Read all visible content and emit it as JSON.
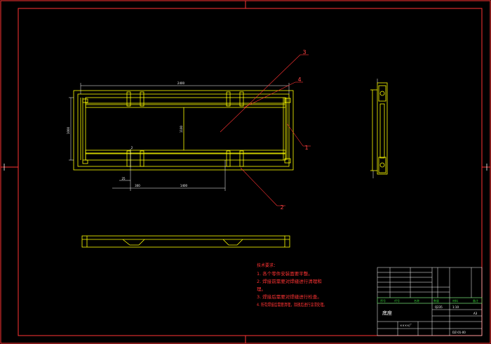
{
  "drawing": {
    "background_color": "#000000",
    "frame_color": "#ff3333",
    "part_color": "#ffff00",
    "dimension_color": "#ffffff",
    "leader_color": "#ff3333"
  },
  "balloons": [
    {
      "id": "b1",
      "label": "1"
    },
    {
      "id": "b2",
      "label": "2"
    },
    {
      "id": "b3",
      "label": "3"
    },
    {
      "id": "b4",
      "label": "4"
    }
  ],
  "dimensions": {
    "overall_length": "2400",
    "overall_height": "1000",
    "inner_height": "1100",
    "left_offset": "300",
    "span": "1400",
    "small_1": "25",
    "small_2": "2"
  },
  "notes": {
    "title": "技术要求：",
    "items": [
      "1. 各个零件安装面要平整。",
      "2. 焊接前需要对焊缝进行清理和",
      "理。",
      "3. 焊接后需要对焊缝进行检查。",
      "4. 所有焊接后需要清理，除锈后进行涂漆处理。"
    ]
  },
  "title_block": {
    "drawing_title": "底座",
    "material": "Q235",
    "scale": "1:10",
    "sheet": "A3",
    "company": "××××厂",
    "drawing_no": "DZ-01-00",
    "rows": [
      "序号",
      "代号",
      "名称",
      "数量",
      "材料",
      "备注"
    ]
  }
}
